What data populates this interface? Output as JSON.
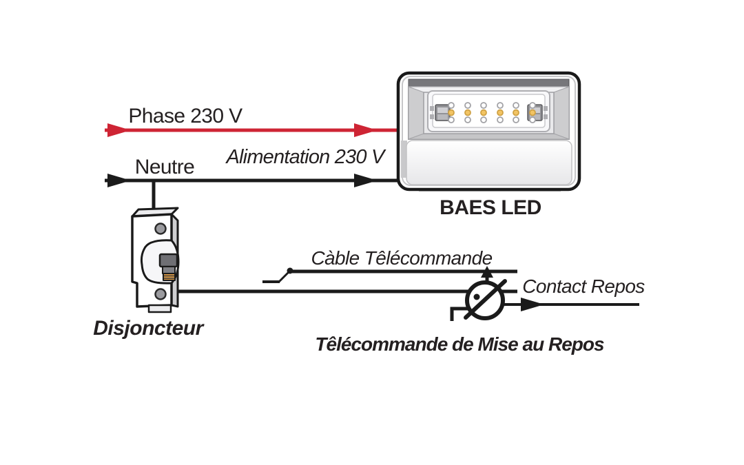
{
  "diagram": {
    "labels": {
      "phase": "Phase 230 V",
      "neutral": "Neutre",
      "supply": "Alimentation 230 V",
      "baes": "BAES LED",
      "breaker": "Disjoncteur",
      "remote_cable": "Càble Têlécommande",
      "rest_contact": "Contact Repos",
      "remote_rest": "Têlécommande de Mise au Repos"
    },
    "colors": {
      "phase_wire": "#ce2434",
      "neutral_wire": "#1b1b1b",
      "led_amber": "#f2c464",
      "breaker_toggle_orange": "#dd9a45"
    },
    "baes_device": {
      "led_columns": 6,
      "led_rows": 3
    }
  }
}
